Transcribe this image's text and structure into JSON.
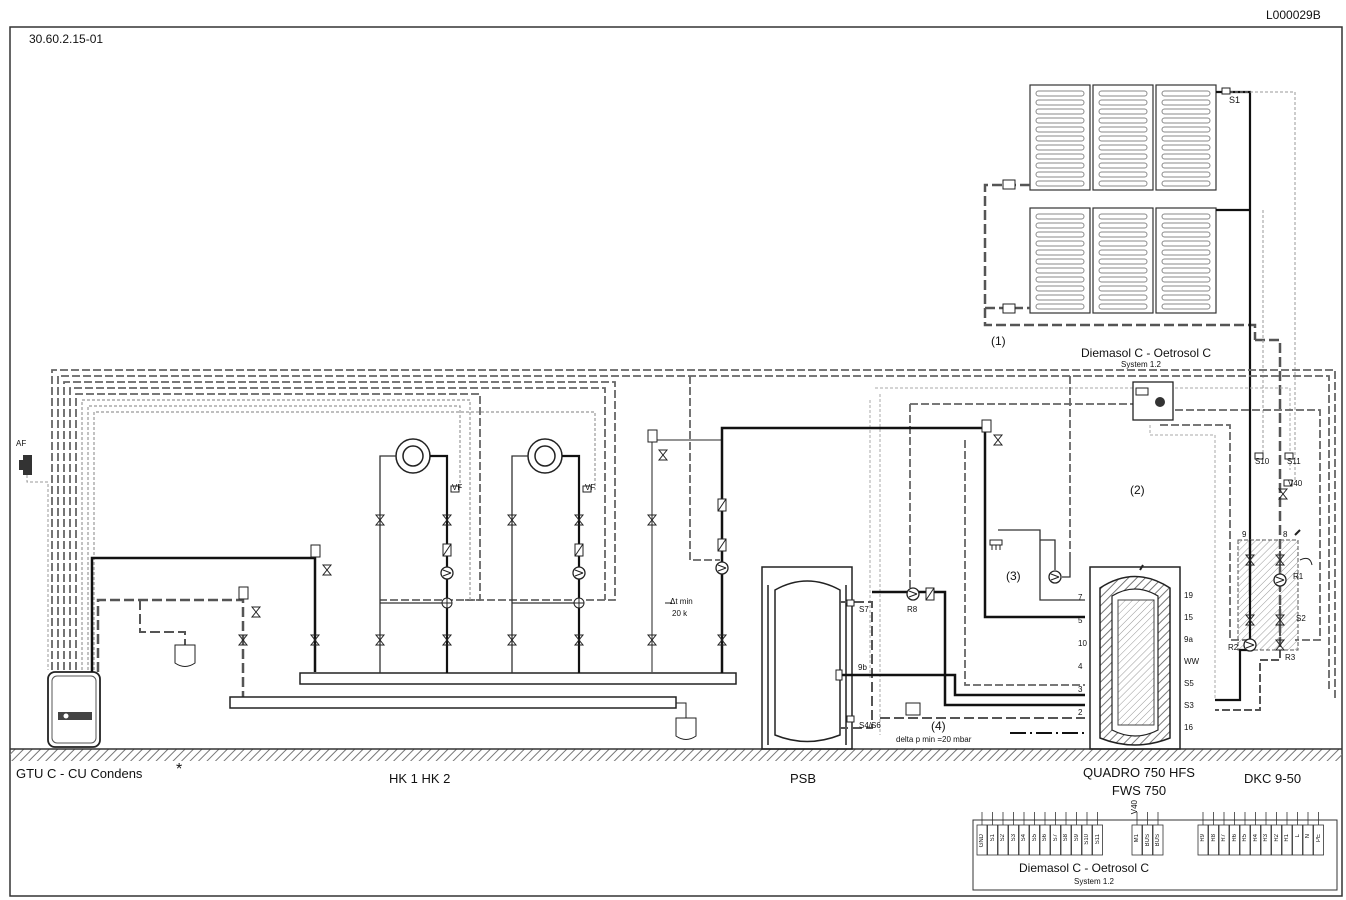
{
  "header": {
    "doc_id": "L000029B",
    "drawing_number": "30.60.2.15-01"
  },
  "labels": {
    "collector_note": "(1)",
    "controller_title": "Diemasol C - Oetrosol C",
    "controller_subtitle": "System 1.2",
    "note_2": "(2)",
    "note_3": "(3)",
    "note_4": "(4)",
    "delta_p": "delta p min =20 mbar",
    "dt_min": "Δt min",
    "dt_val": "20 k",
    "af": "AF",
    "vf1": "VF",
    "vf2": "VF",
    "s1": "S1",
    "s10": "S10",
    "s11": "S11",
    "v40": "V40",
    "s7": "S7",
    "s4s6": "S4/S6",
    "r8": "R8",
    "r1": "R1",
    "r2": "R2",
    "r3": "R3",
    "s2": "S2",
    "n9": "9",
    "n8": "8",
    "p9b": "9b"
  },
  "tank_ports_left": [
    "7",
    "5",
    "10",
    "4",
    "3",
    "2"
  ],
  "tank_ports_right": [
    "19",
    "15",
    "9a",
    "WW",
    "S5",
    "S3",
    "16"
  ],
  "footer": {
    "boiler": "GTU C  -  CU Condens",
    "boiler_star": "*",
    "heating_circuits": "HK 1 HK 2",
    "buffer": "PSB",
    "tank_line1": "QUADRO 750 HFS",
    "tank_line2": "FWS 750",
    "station": "DKC 9-50"
  },
  "terminal_box": {
    "title": "Diemasol C - Oetrosol C",
    "subtitle": "System 1.2",
    "v40_label": "V40",
    "left_terminals": [
      "GND",
      "S1",
      "S2",
      "S3",
      "S4",
      "S5",
      "S6",
      "S7",
      "S8",
      "S9",
      "S10",
      "S11"
    ],
    "mid_terminals": [
      "M1",
      "BUS",
      "BUS"
    ],
    "right_terminals": [
      "R9",
      "R8",
      "R7",
      "R6",
      "R5",
      "R4",
      "R3",
      "R2",
      "R1",
      "L",
      "N",
      "PE"
    ]
  }
}
